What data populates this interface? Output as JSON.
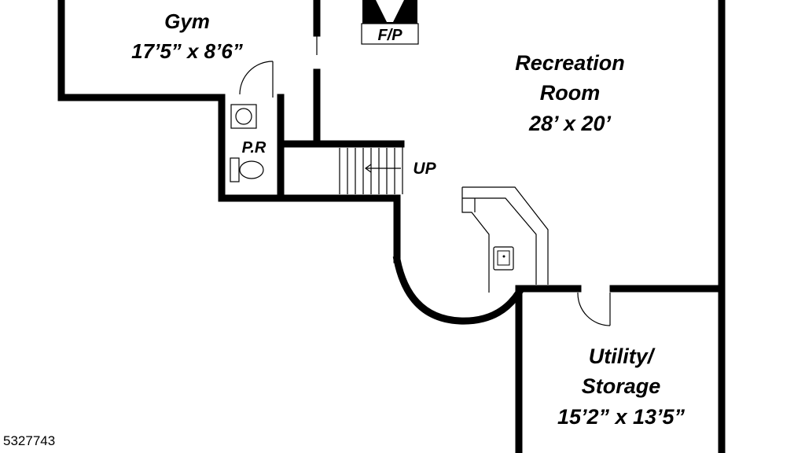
{
  "rooms": {
    "gym": {
      "name": "Gym",
      "size": "17’5” x 8’6”"
    },
    "recreation": {
      "name_line1": "Recreation",
      "name_line2": "Room",
      "size": "28’ x 20’"
    },
    "utility": {
      "name_line1": "Utility/",
      "name_line2": "Storage",
      "size": "15’2” x 13’5”"
    },
    "powder_room": {
      "name": "P.R"
    }
  },
  "labels": {
    "fireplace": "F/P",
    "stairs": "UP"
  },
  "listing_id": "5327743"
}
